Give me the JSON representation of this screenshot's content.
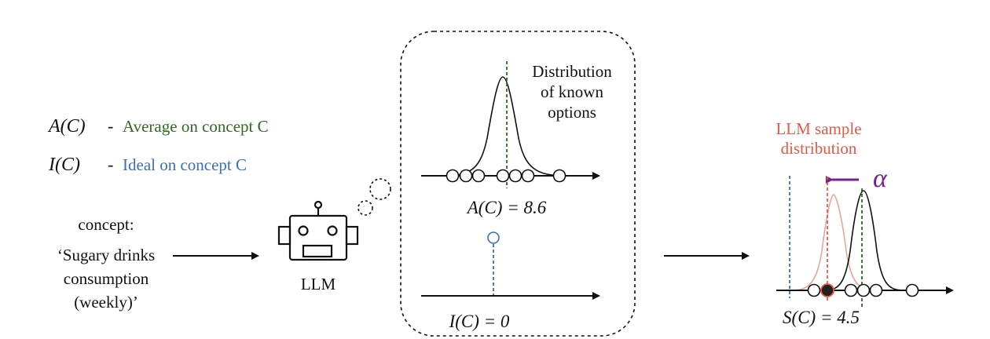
{
  "legend": {
    "avg_symbol": "A(C)",
    "avg_dash": "-",
    "avg_text": "Average on concept C",
    "ideal_symbol": "I(C)",
    "ideal_dash": "-",
    "ideal_text": "Ideal on concept C"
  },
  "input": {
    "label": "concept:",
    "lines": [
      "‘Sugary drinks",
      "consumption",
      "(weekly)’"
    ]
  },
  "llm": {
    "label": "LLM"
  },
  "thought": {
    "title_lines": [
      "Distribution",
      "of known",
      "options"
    ],
    "avg_eq": "A(C) = 8.6",
    "ideal_eq": "I(C) = 0"
  },
  "output": {
    "title_lines": [
      "LLM sample",
      "distribution"
    ],
    "alpha": "α",
    "score_eq": "S(C) = 4.5"
  },
  "colors": {
    "green": "#2e6b1e",
    "blue": "#3b6fb6",
    "red": "#e05a47",
    "purple": "#7a1f8f",
    "black": "#111111"
  },
  "icons": [
    "robot-icon",
    "thought-bubble-icon"
  ]
}
